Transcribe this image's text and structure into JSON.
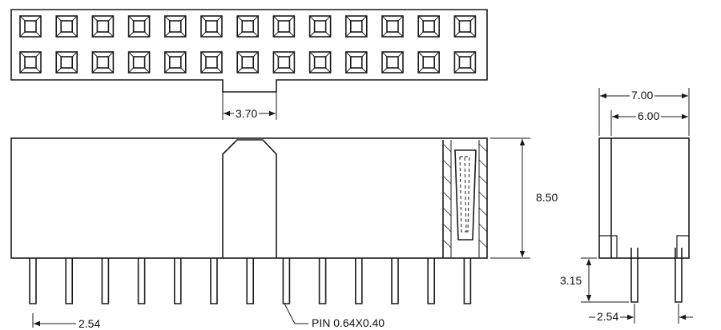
{
  "dimensions": {
    "top_gap": "3.70",
    "height": "8.50",
    "pitch_front": "2.54",
    "width_outer": "7.00",
    "width_inner": "6.00",
    "pin_length": "3.15",
    "pitch_side": "2.54"
  },
  "callouts": {
    "pin": "PIN  0.64X0.40"
  },
  "colors": {
    "line": "#1a1a1a",
    "background": "#ffffff"
  }
}
